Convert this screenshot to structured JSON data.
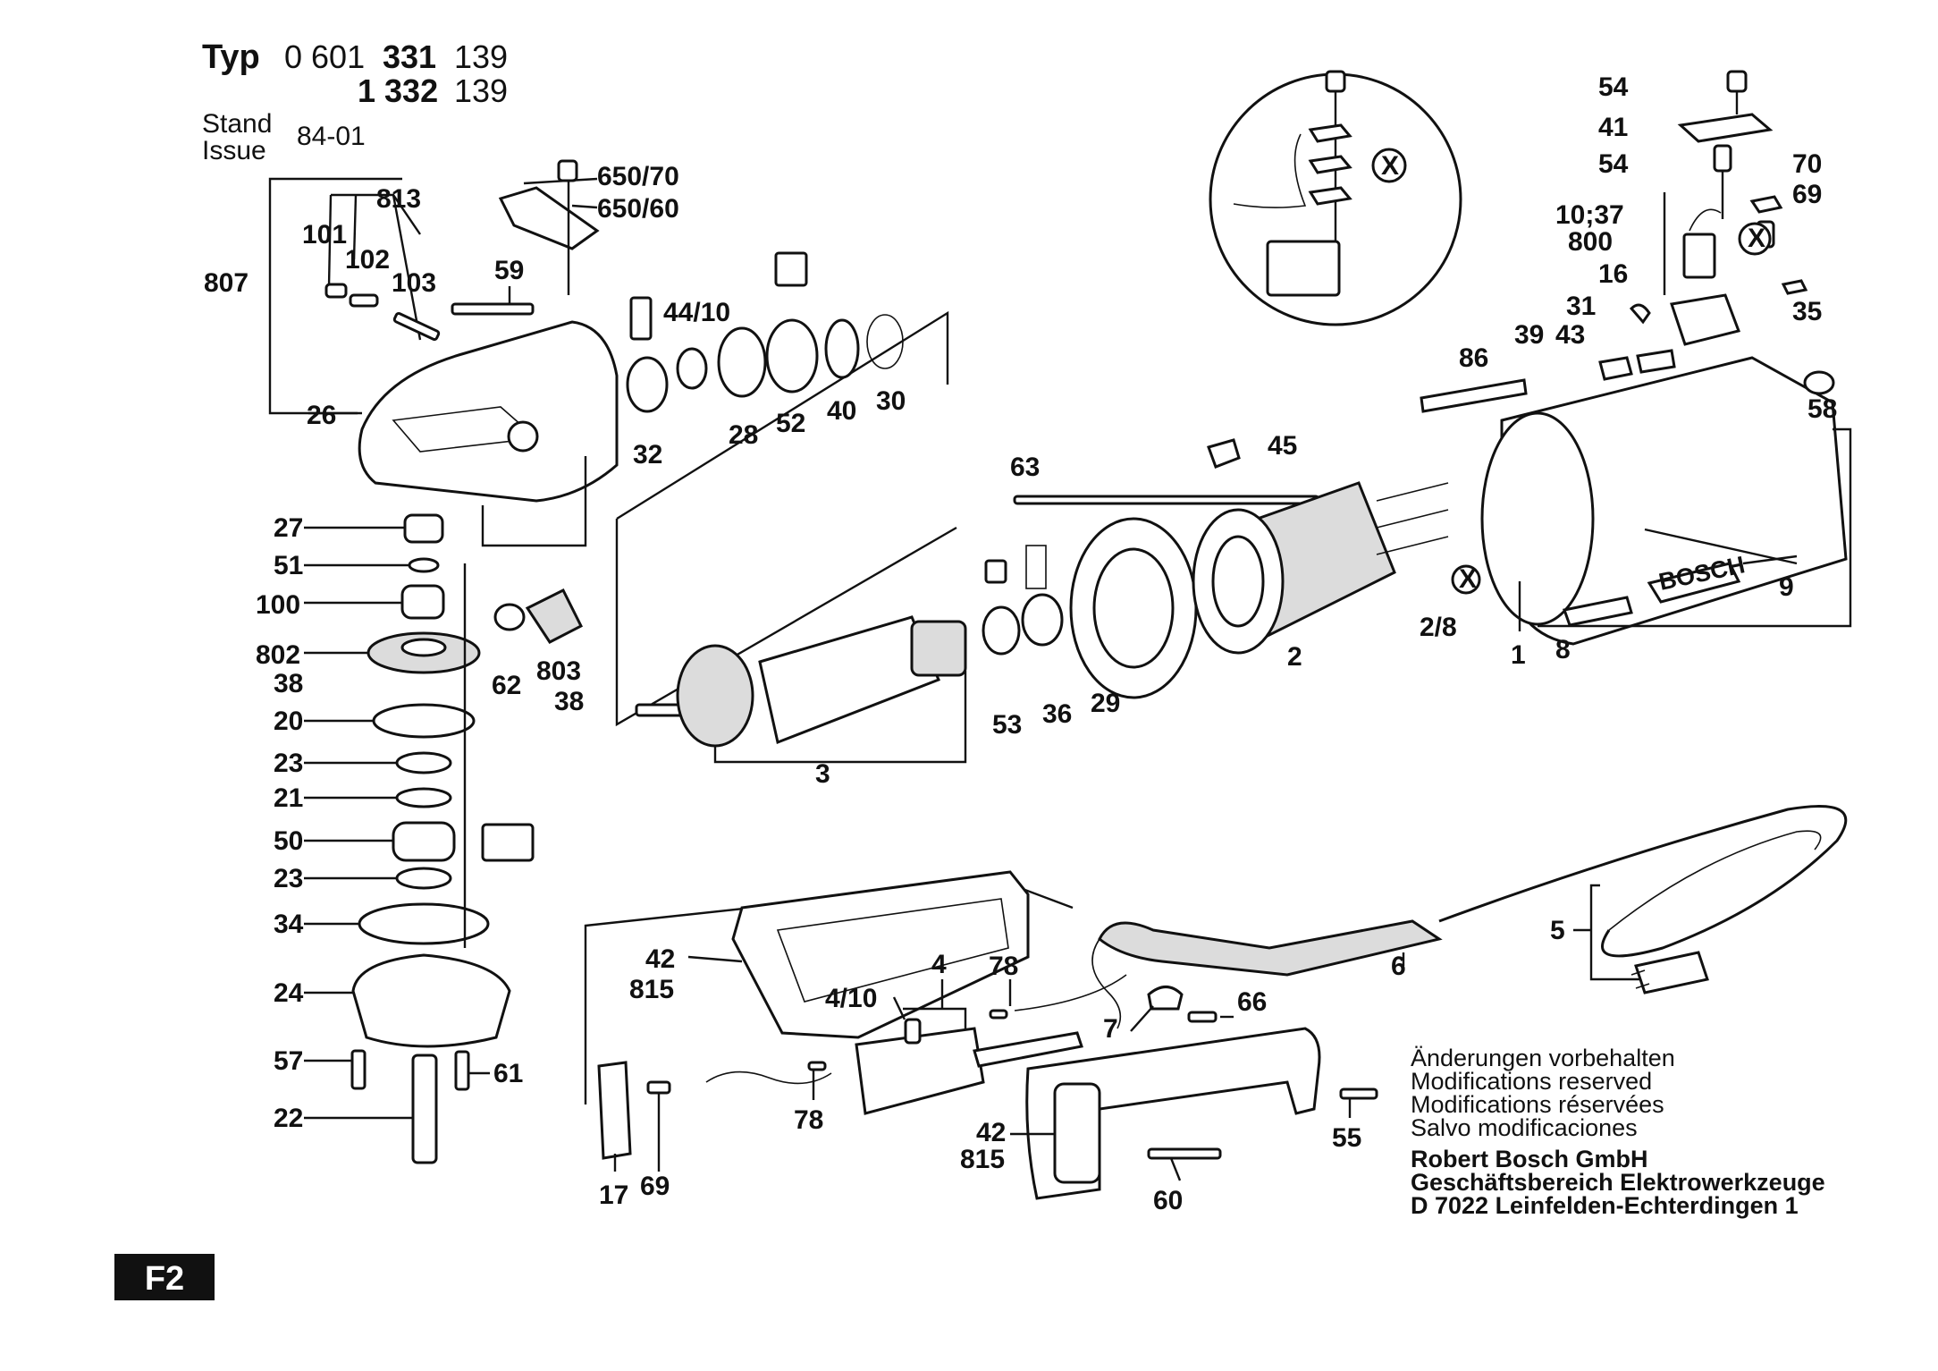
{
  "header": {
    "typ_label": "Typ",
    "typ_line1_pre": "0 601",
    "typ_line1_bold": "331",
    "typ_line1_post": "139",
    "typ_line2_bold": "1 332",
    "typ_line2_post": "139",
    "stand_label": "Stand",
    "issue_label": "Issue",
    "stand_value": "84-01"
  },
  "labels": {
    "l650_70": "650/70",
    "l650_60": "650/60",
    "l813": "813",
    "l101": "101",
    "l102": "102",
    "l103": "103",
    "l807": "807",
    "l59": "59",
    "l26": "26",
    "l44_10": "44/10",
    "l32": "32",
    "l28": "28",
    "l52": "52",
    "l40": "40",
    "l30": "30",
    "l27": "27",
    "l51": "51",
    "l100": "100",
    "l802": "802",
    "l38a": "38",
    "l62": "62",
    "l803": "803",
    "l38b": "38",
    "l20": "20",
    "l23a": "23",
    "l21": "21",
    "l50": "50",
    "l23b": "23",
    "l34": "34",
    "l24": "24",
    "l57": "57",
    "l61": "61",
    "l22": "22",
    "l3": "3",
    "l63": "63",
    "l45": "45",
    "l53": "53",
    "l36": "36",
    "l29": "29",
    "l2": "2",
    "l2_8": "2/8",
    "l1": "1",
    "l8": "8",
    "l9": "9",
    "l86": "86",
    "l39": "39",
    "l43": "43",
    "l58": "58",
    "l54a": "54",
    "l41": "41",
    "l54b": "54",
    "l70": "70",
    "l69a": "69",
    "l10_37": "10;37",
    "l800": "800",
    "l16": "16",
    "l31": "31",
    "l35": "35",
    "l5": "5",
    "l6": "6",
    "l42a": "42",
    "l815a": "815",
    "l4": "4",
    "l4_10": "4/10",
    "l78a": "78",
    "l7": "7",
    "l66": "66",
    "l78b": "78",
    "l55": "55",
    "l42b": "42",
    "l815b": "815",
    "l60": "60",
    "l17": "17",
    "l69b": "69"
  },
  "markers": {
    "x_mark": "X"
  },
  "housing_brand": "BOSCH",
  "notes": {
    "line1": "Änderungen vorbehalten",
    "line2": "Modifications reserved",
    "line3": "Modifications réservées",
    "line4": "Salvo modificaciones",
    "company1": "Robert Bosch GmbH",
    "company2": "Geschäftsbereich Elektrowerkzeuge",
    "company3": "D 7022 Leinfelden-Echterdingen 1"
  },
  "page_code": "F2"
}
